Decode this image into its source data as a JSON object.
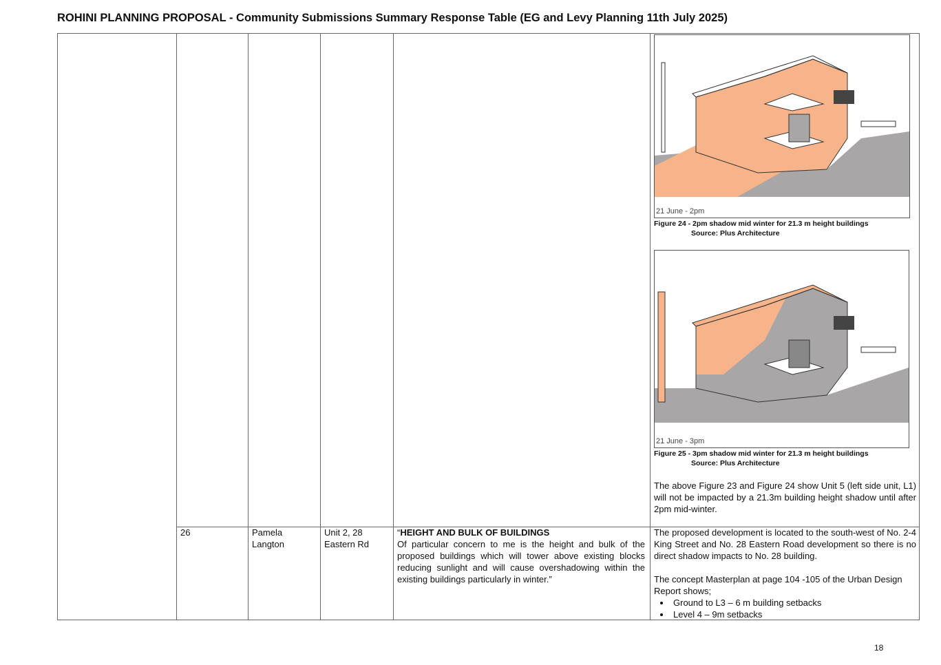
{
  "title": "ROHINI PLANNING PROPOSAL  - Community Submissions  Summary Response Table (EG and Levy Planning 11th July 2025)",
  "figures": [
    {
      "label": "21 June - 2pm",
      "caption": "Figure 24 - 2pm shadow mid winter for 21.3 m height buildings",
      "source": "Source: Plus Architecture"
    },
    {
      "label": "21 June - 3pm",
      "caption": "Figure 25 - 3pm shadow mid winter for 21.3 m height buildings",
      "source": "Source: Plus Architecture"
    }
  ],
  "row1_response": "The above Figure 23 and Figure 24 show Unit 5 (left side unit, L1) will not be impacted by a 21.3m building height shadow until after 2pm mid-winter.",
  "row2": {
    "number": "26",
    "name": "Pamela Langton",
    "address": "Unit 2, 28 Eastern Rd",
    "submission_heading": "HEIGHT AND BULK OF BUILDINGS",
    "submission_open_quote": "“",
    "submission_text": "Of particular concern to me is the height and bulk of the proposed buildings which will tower above existing blocks reducing sunlight and will cause overshadowing within the existing buildings particularly in winter.”",
    "response_p1": "The proposed development is located to the south-west of No. 2-4 King Street and No. 28 Eastern Road development so there is no direct shadow impacts to No. 28 building.",
    "response_p2": "The concept Masterplan at page 104 -105 of the Urban Design Report shows;",
    "bullets": [
      "Ground to L3 – 6 m building setbacks",
      "Level 4 – 9m setbacks"
    ]
  },
  "page_number": "18",
  "colors": {
    "shadow_orange": "#f7b48a",
    "shadow_grey": "#a8a6a6"
  }
}
